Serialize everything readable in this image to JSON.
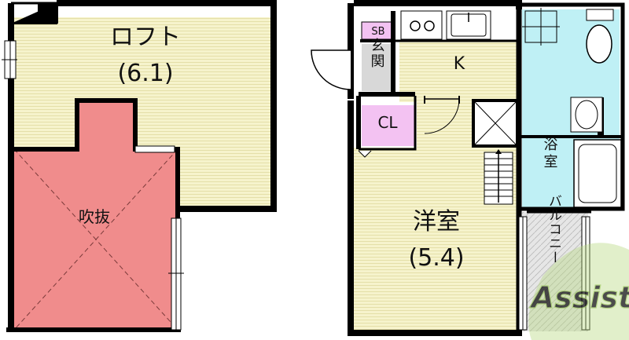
{
  "loft": {
    "name": "ロフト",
    "size": "(6.1)"
  },
  "void": {
    "name": "吹抜"
  },
  "room": {
    "name": "洋室",
    "size": "(5.4)"
  },
  "kitchen": {
    "name": "K"
  },
  "entrance": {
    "name": "玄関"
  },
  "shoe_box": {
    "name": "SB"
  },
  "closet": {
    "name": "CL"
  },
  "bath": {
    "name": "浴室"
  },
  "balcony": {
    "name": "バルコニー"
  },
  "watermark": {
    "text": "Assist"
  },
  "colors": {
    "floor_stripe": "#f3f0c2",
    "void_fill": "#f08c8c",
    "wet_area": "#bff0f5",
    "closet_fill": "#f3c2f2",
    "entrance_fill": "#d8d8d8",
    "wall": "#000000",
    "watermark": "#9ec95e"
  }
}
